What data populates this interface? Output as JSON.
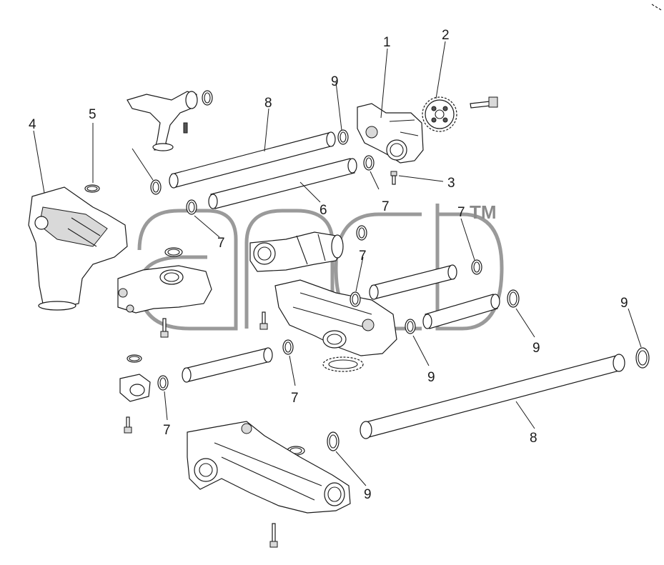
{
  "callouts": {
    "c1": "1",
    "c2": "2",
    "c3": "3",
    "c4": "4",
    "c5": "5",
    "c6": "6",
    "c7a": "7",
    "c7b": "7",
    "c7c": "7",
    "c7d": "7",
    "c7e": "7",
    "c7f": "7",
    "c8a": "8",
    "c8b": "8",
    "c9a": "9",
    "c9b": "9",
    "c9c": "9",
    "c9d": "9",
    "c9e": "9"
  },
  "watermark": {
    "letters": "ancb",
    "trademark": "TM"
  },
  "colors": {
    "line": "#1a1a1a",
    "watermark": "#9a9a9a",
    "background": "#ffffff"
  }
}
